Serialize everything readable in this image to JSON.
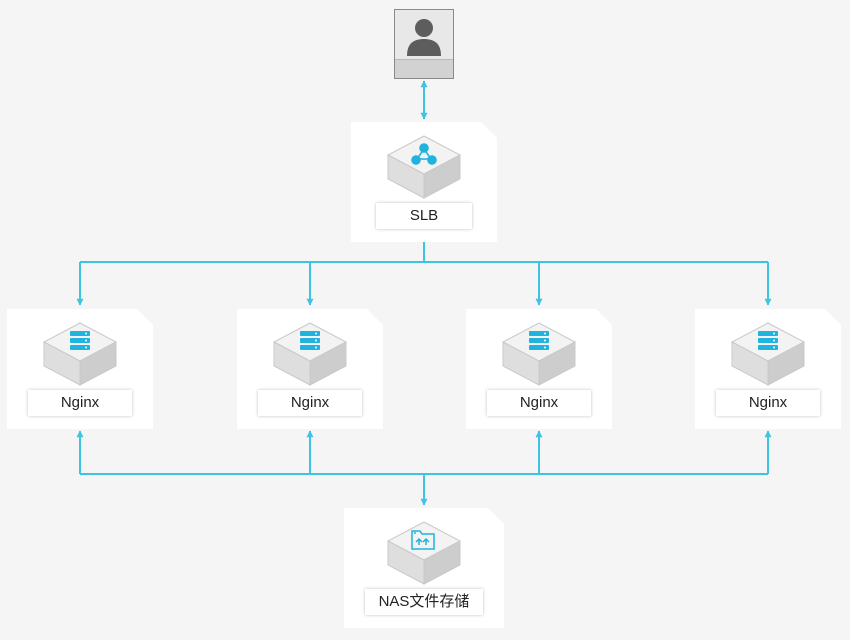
{
  "colors": {
    "connector": "#3ec4e0",
    "icon_accent": "#1fb3de",
    "user_icon": "#5d5d5d"
  },
  "user": {
    "icon": "person-icon"
  },
  "slb": {
    "label": "SLB",
    "icon": "share-network-icon"
  },
  "nginx_nodes": [
    {
      "label": "Nginx",
      "icon": "server-stack-icon"
    },
    {
      "label": "Nginx",
      "icon": "server-stack-icon"
    },
    {
      "label": "Nginx",
      "icon": "server-stack-icon"
    },
    {
      "label": "Nginx",
      "icon": "server-stack-icon"
    }
  ],
  "nas": {
    "label": "NAS文件存储",
    "icon": "storage-folder-icon"
  },
  "connections": [
    {
      "from": "user",
      "to": "slb",
      "direction": "both"
    },
    {
      "from": "slb",
      "to": "nginx_nodes",
      "direction": "forward"
    },
    {
      "from": "nginx_nodes",
      "to": "nas",
      "direction": "both"
    }
  ]
}
